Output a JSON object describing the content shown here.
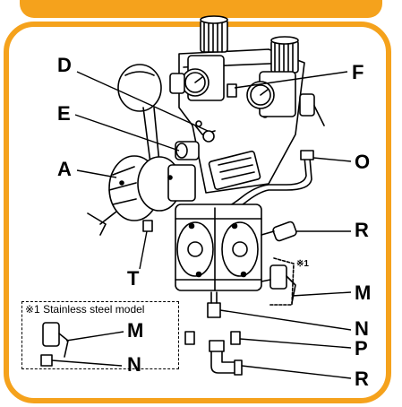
{
  "labels": {
    "D": "D",
    "E": "E",
    "F": "F",
    "A": "A",
    "O": "O",
    "R_upper": "R",
    "T": "T",
    "M_upper": "M",
    "N_upper": "N",
    "P": "P",
    "R_lower": "R",
    "M_note": "M",
    "N_note": "N"
  },
  "note": {
    "text": "※1 Stainless steel model",
    "marker": "※1"
  },
  "colors": {
    "accent": "#f5a21c",
    "line": "#000000"
  }
}
